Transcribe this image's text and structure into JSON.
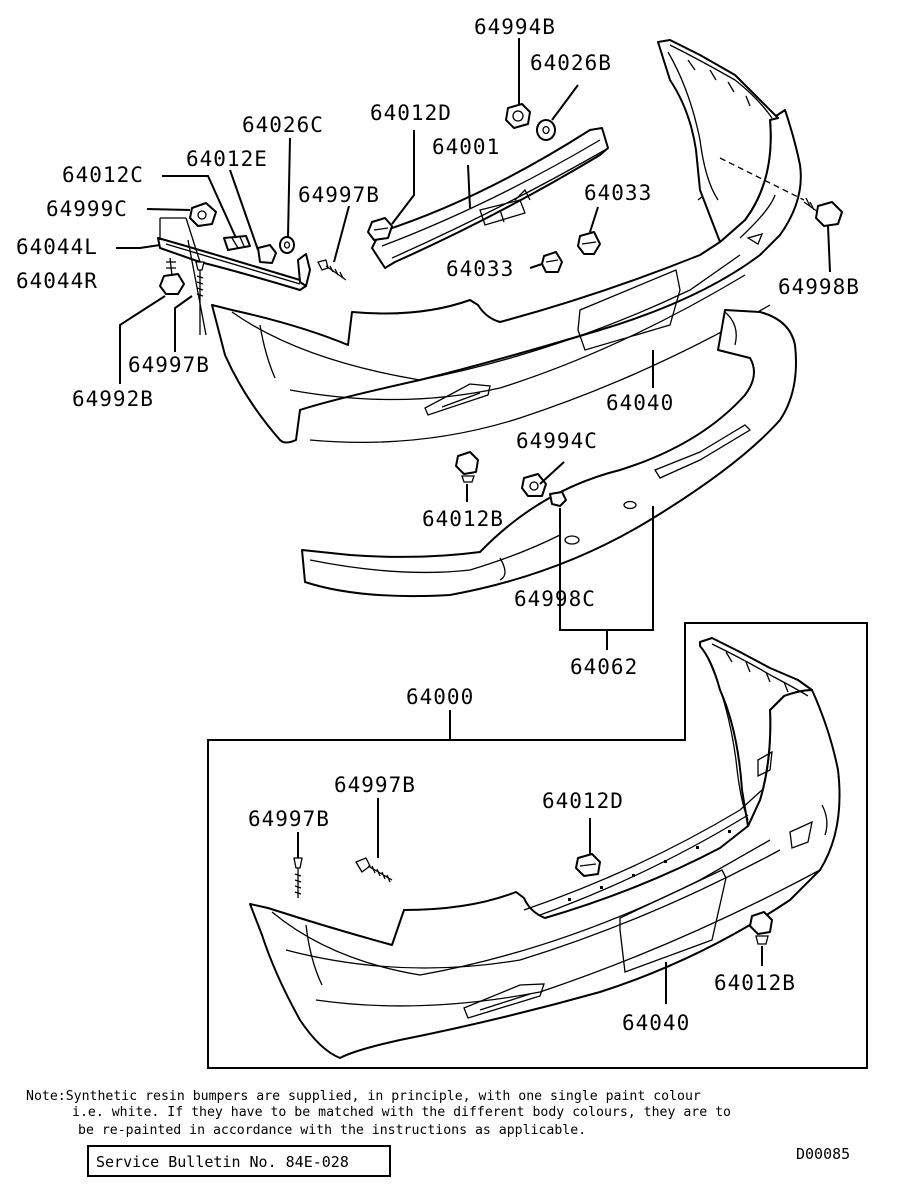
{
  "labels": {
    "p64994B": "64994B",
    "p64026B": "64026B",
    "p64012D_top": "64012D",
    "p64026C": "64026C",
    "p64001": "64001",
    "p64012E": "64012E",
    "p64012C": "64012C",
    "p64997B_top": "64997B",
    "p64999C": "64999C",
    "p64033_a": "64033",
    "p64033_b": "64033",
    "p64044L": "64044L",
    "p64044R": "64044R",
    "p64998B": "64998B",
    "p64997B_left": "64997B",
    "p64992B": "64992B",
    "p64040_top": "64040",
    "p64994C": "64994C",
    "p64012B_top": "64012B",
    "p64998C": "64998C",
    "p64062": "64062",
    "p64000": "64000",
    "p64997B_a": "64997B",
    "p64997B_b": "64997B",
    "p64012D_bottom": "64012D",
    "p64012B_bottom": "64012B",
    "p64040_bottom": "64040"
  },
  "note": {
    "line1": "Note:Synthetic resin bumpers are supplied, in principle, with one single paint colour",
    "line2": "i.e. white. If they have to be matched with the different body colours, they are to",
    "line3": "be re-painted in accordance with the instructions as applicable."
  },
  "service_bulletin": "Service Bulletin No. 84E-028",
  "diagram_code": "D00085"
}
